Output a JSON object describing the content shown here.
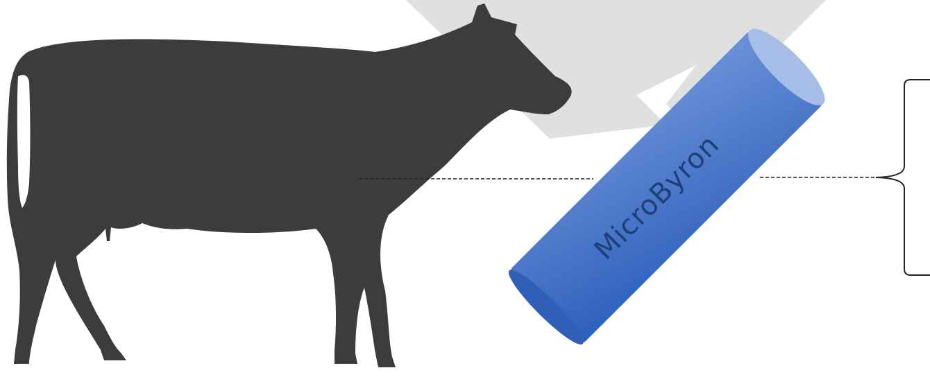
{
  "capsule": {
    "label": "MicroByron",
    "colors": {
      "body_light": "#5b86d3",
      "body_dark": "#2d5fbb",
      "cap": "#9fb6e6",
      "text": "#1f3f78"
    }
  },
  "colors": {
    "cow": "#3d3c3d",
    "arrow_background": "#e0e0e0",
    "leader_line": "#222222",
    "brace": "#222222"
  },
  "icons": {
    "animal": "cow-silhouette",
    "device": "bolus-capsule",
    "background_shape": "down-chevron",
    "annotation": "curly-brace"
  }
}
